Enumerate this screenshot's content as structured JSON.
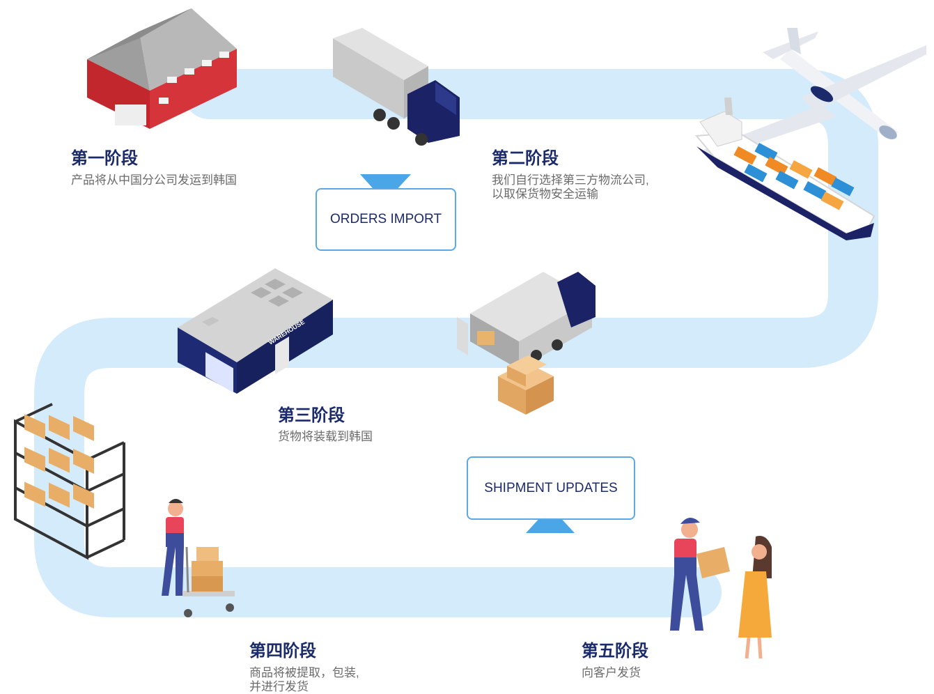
{
  "stages": [
    {
      "title": "第一阶段",
      "desc": [
        "产品将从中国分公司发运到韩国"
      ]
    },
    {
      "title": "第二阶段",
      "desc": [
        "我们自行选择第三方物流公司,",
        "以取保货物安全运输"
      ]
    },
    {
      "title": "第三阶段",
      "desc": [
        "货物将装载到韩国"
      ]
    },
    {
      "title": "第四阶段",
      "desc": [
        "商品将被提取，包装,",
        "并进行发货"
      ]
    },
    {
      "title": "第五阶段",
      "desc": [
        "向客户发货"
      ]
    }
  ],
  "callouts": {
    "orders": "ORDERS IMPORT",
    "shipment": "SHIPMENT UPDATES"
  },
  "illustration_labels": {
    "warehouse_sign": "WAREHOUSE"
  },
  "colors": {
    "path": "#d3ebfb",
    "title": "#1b2a6b",
    "accent_blue": "#4aa6e6",
    "callout_border": "#5aa9e6"
  }
}
